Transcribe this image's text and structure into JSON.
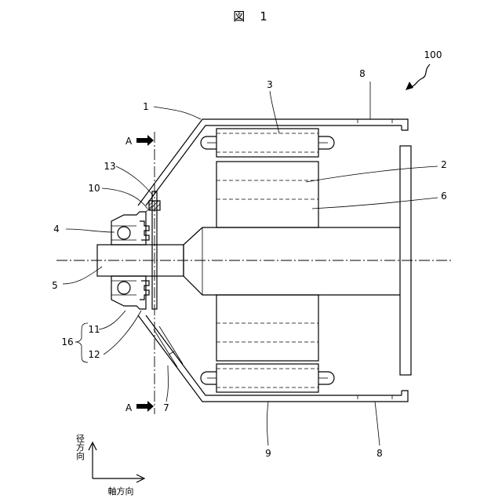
{
  "figure": {
    "title": "図　1",
    "assembly_number": "100"
  },
  "labels": {
    "l1": "1",
    "l2": "2",
    "l3": "3",
    "l4": "4",
    "l5": "5",
    "l6": "6",
    "l7": "7",
    "l8_top": "8",
    "l8_bottom": "8",
    "l9": "9",
    "l10": "10",
    "l11": "11",
    "l12": "12",
    "l13": "13",
    "l16": "16",
    "section_a_top": "A",
    "section_a_bottom": "A"
  },
  "axes": {
    "radial": "径方向",
    "axial": "軸方向"
  }
}
